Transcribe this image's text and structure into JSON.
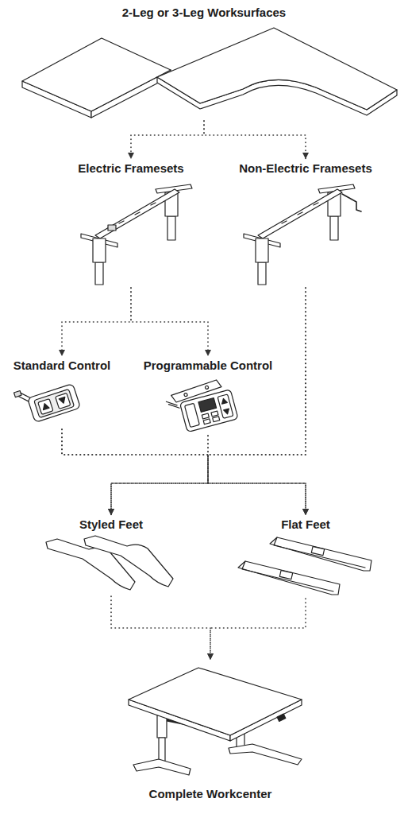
{
  "diagram": {
    "nodes": [
      {
        "text": [
          "2-Leg or 3-Leg Worksurfaces"
        ]
      },
      {
        "text": [
          "Electric Framesets"
        ]
      },
      {
        "text": [
          "Non-Electric Framesets"
        ]
      },
      {
        "text": [
          "Standard Control"
        ]
      },
      {
        "text": [
          "Programmable Control"
        ]
      },
      {
        "text": [
          "Styled Feet"
        ]
      },
      {
        "text": [
          "Flat Feet"
        ]
      },
      {
        "text": [
          "Complete Workcenter"
        ]
      }
    ],
    "edges": [
      {
        "from": 0,
        "to": 1,
        "arrow": "to"
      },
      {
        "from": 0,
        "to": 2,
        "arrow": "to"
      },
      {
        "from": 1,
        "to": 3,
        "arrow": "to"
      },
      {
        "from": 1,
        "to": 4,
        "arrow": "to"
      },
      {
        "from": 3,
        "to": 5,
        "arrow": "to"
      },
      {
        "from": 3,
        "to": 6,
        "arrow": "to"
      },
      {
        "from": 4,
        "to": 5,
        "arrow": "to"
      },
      {
        "from": 4,
        "to": 6,
        "arrow": "to"
      },
      {
        "from": 2,
        "to": 5,
        "arrow": "to"
      },
      {
        "from": 2,
        "to": 6,
        "arrow": "to"
      },
      {
        "from": 5,
        "to": 7,
        "arrow": "to"
      },
      {
        "from": 6,
        "to": 7,
        "arrow": "to"
      }
    ]
  }
}
